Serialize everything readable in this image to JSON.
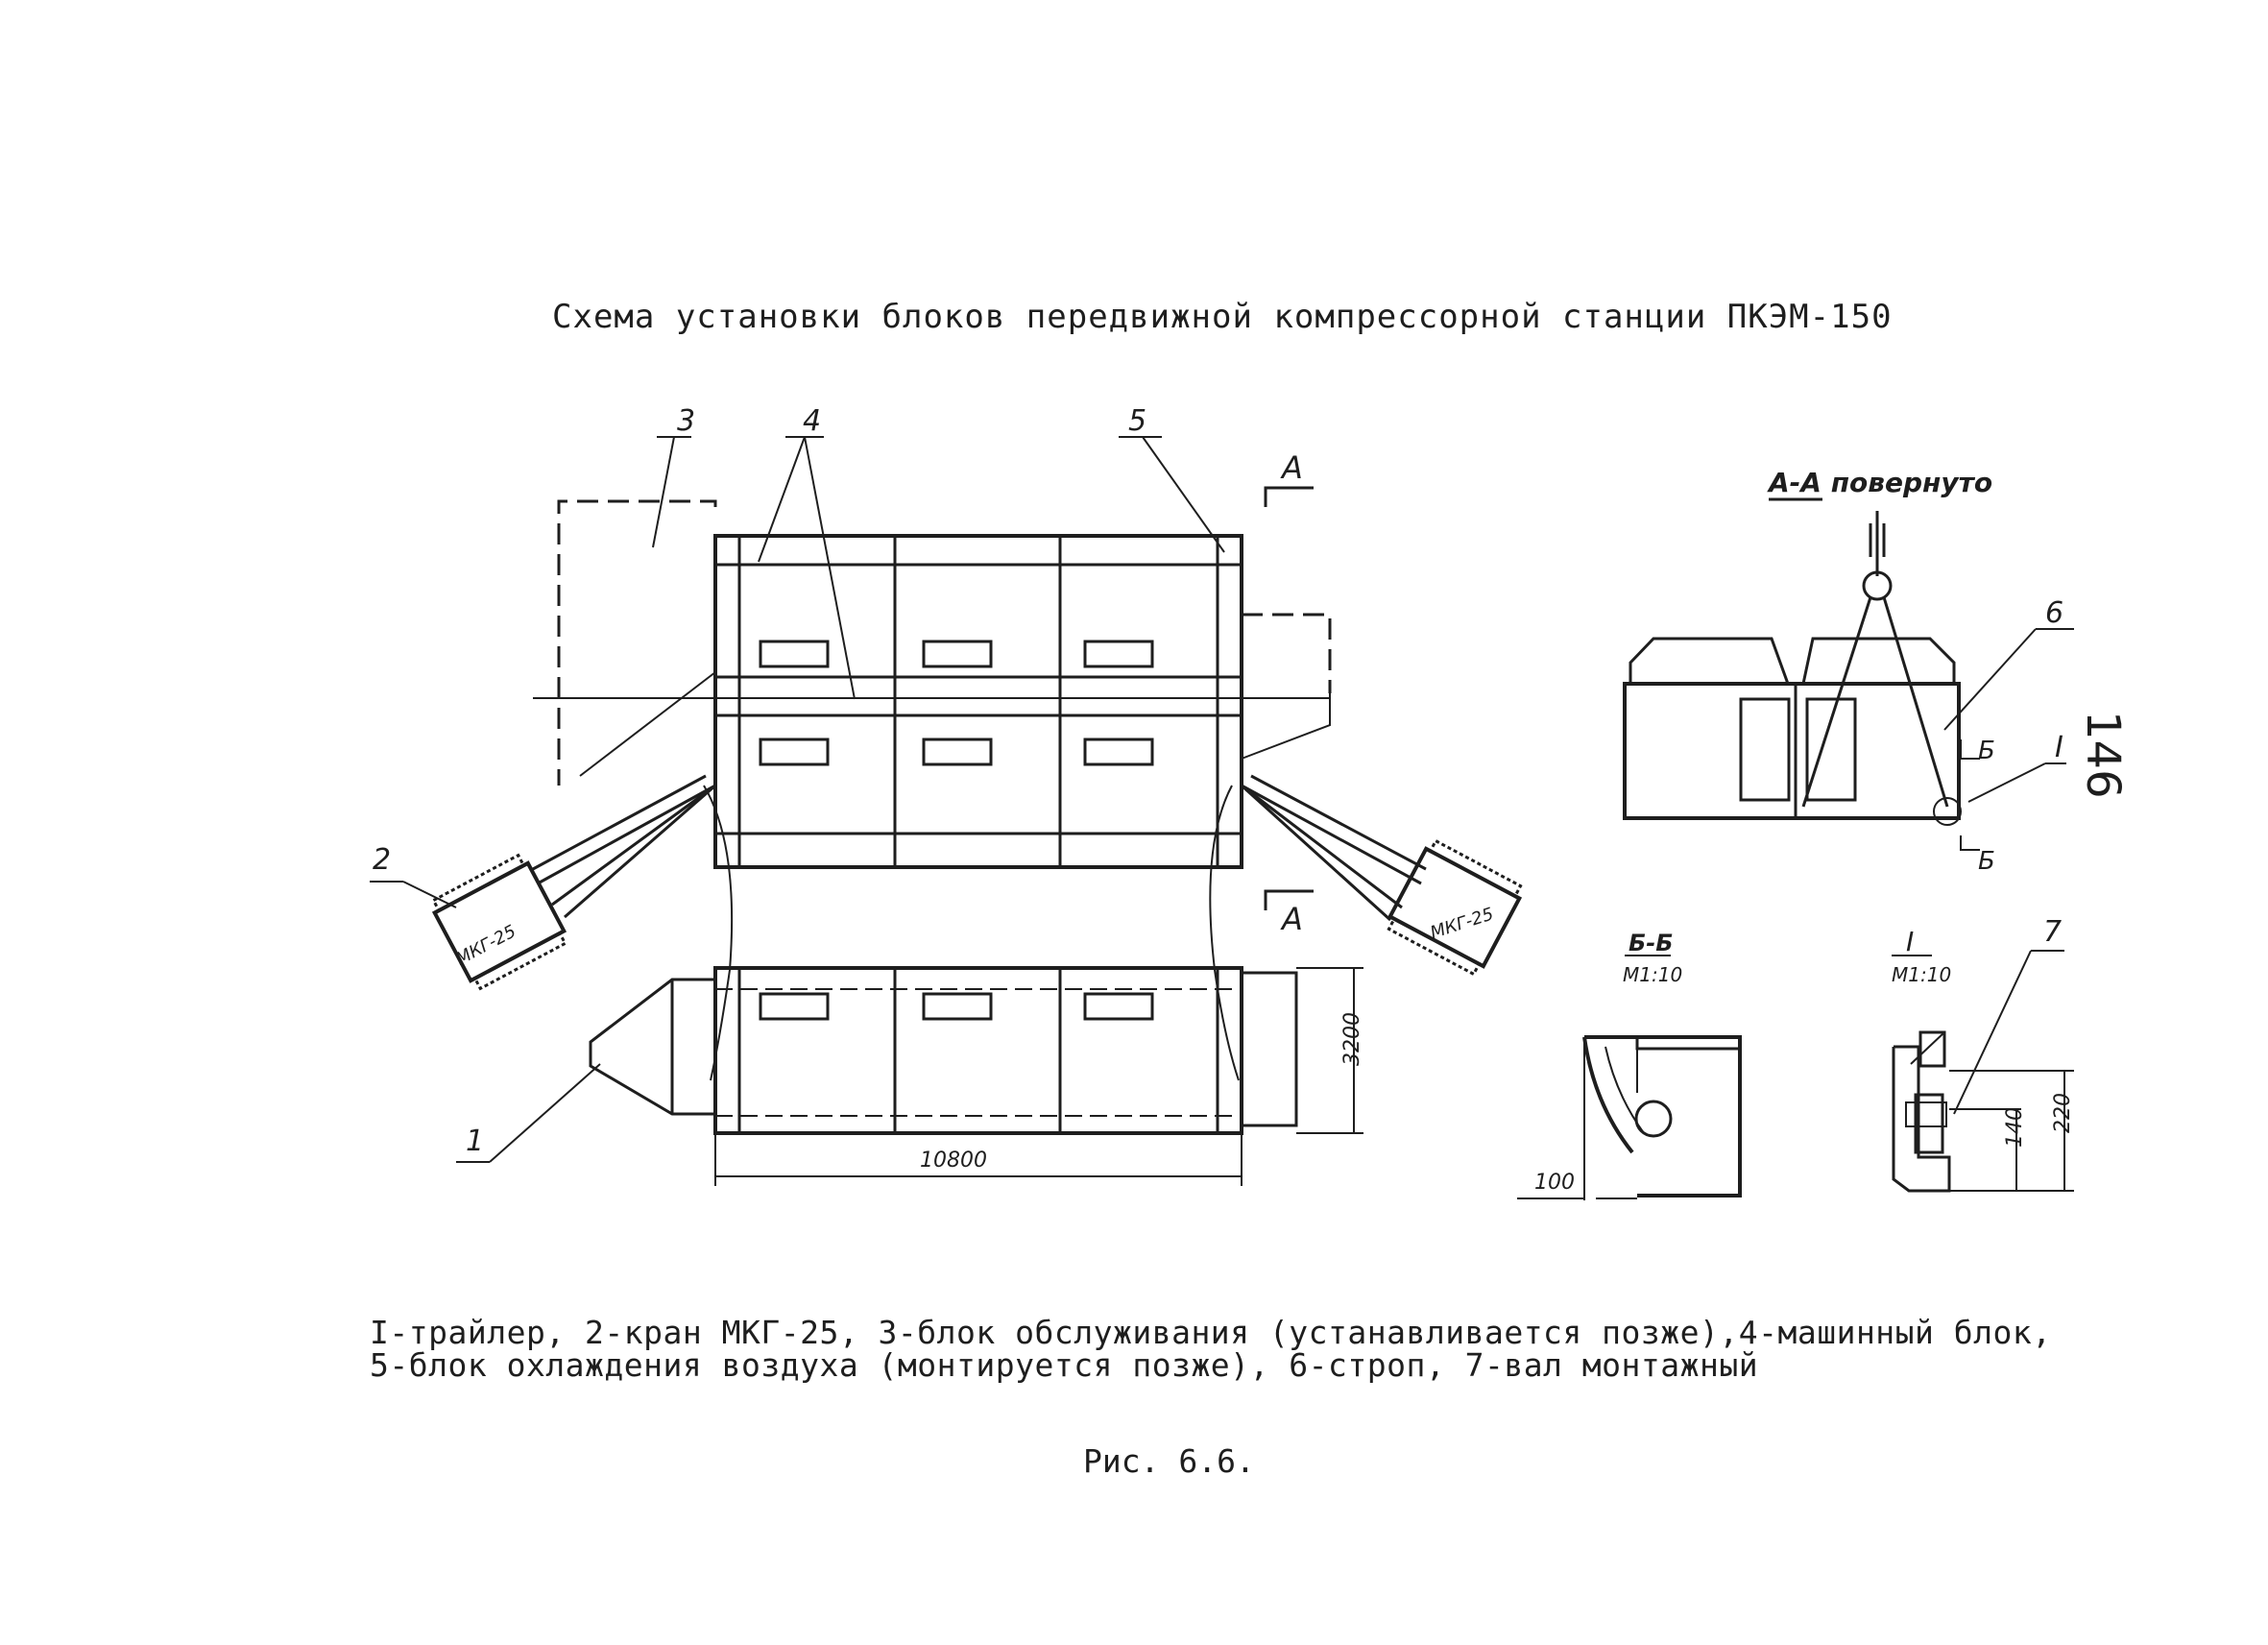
{
  "title": "Схема установки блоков передвижной компрессорной станции ПКЭМ-150",
  "page_number": "146",
  "labels": {
    "n1": "1",
    "n2": "2",
    "n3": "3",
    "n4": "4",
    "n5": "5",
    "n6": "6",
    "n7": "7",
    "crane_left": "МКГ-25",
    "crane_right": "МКГ-25",
    "section_a_top": "А",
    "section_a_bottom": "А",
    "view_aa": "А-А повернуто",
    "sec_b_top": "Б",
    "sec_b_bottom": "Б",
    "detail_i": "I",
    "view_bb": "Б-Б",
    "scale_bb": "М1:10",
    "view_i": "I",
    "scale_i": "М1:10"
  },
  "dimensions": {
    "width": "3200",
    "length": "10800",
    "gap_bb": "100",
    "dim_220": "220",
    "dim_140": "140"
  },
  "caption": {
    "line1": "I-трайлер, 2-кран МКГ-25, 3-блок обслуживания (устанавливается позже),4-машинный блок,",
    "line2": "5-блок охлаждения воздуха (монтируется позже), 6-строп, 7-вал монтажный"
  },
  "figure_caption": "Рис. 6.6."
}
